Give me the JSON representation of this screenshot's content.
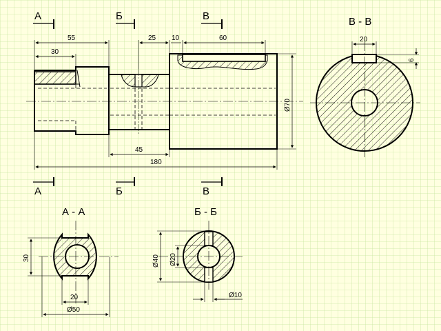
{
  "colors": {
    "paper": "#ffffe0",
    "grid": "#c8e6a0",
    "ink": "#000000"
  },
  "cut_labels": {
    "a": "А",
    "b": "Б",
    "v": "В"
  },
  "section_titles": {
    "vv": "В - В",
    "aa": "А - А",
    "bb": "Б - Б"
  },
  "dims": {
    "d55": "55",
    "d30": "30",
    "d25": "25",
    "d10": "10",
    "d60": "60",
    "d45": "45",
    "d180": "180",
    "phi70": "Ø70",
    "vv_20": "20",
    "vv_6": "6",
    "aa_30": "30",
    "aa_20": "20",
    "aa_phi50": "Ø50",
    "bb_phi40": "Ø40",
    "bb_phi20": "Ø20",
    "bb_phi10": "Ø10"
  }
}
